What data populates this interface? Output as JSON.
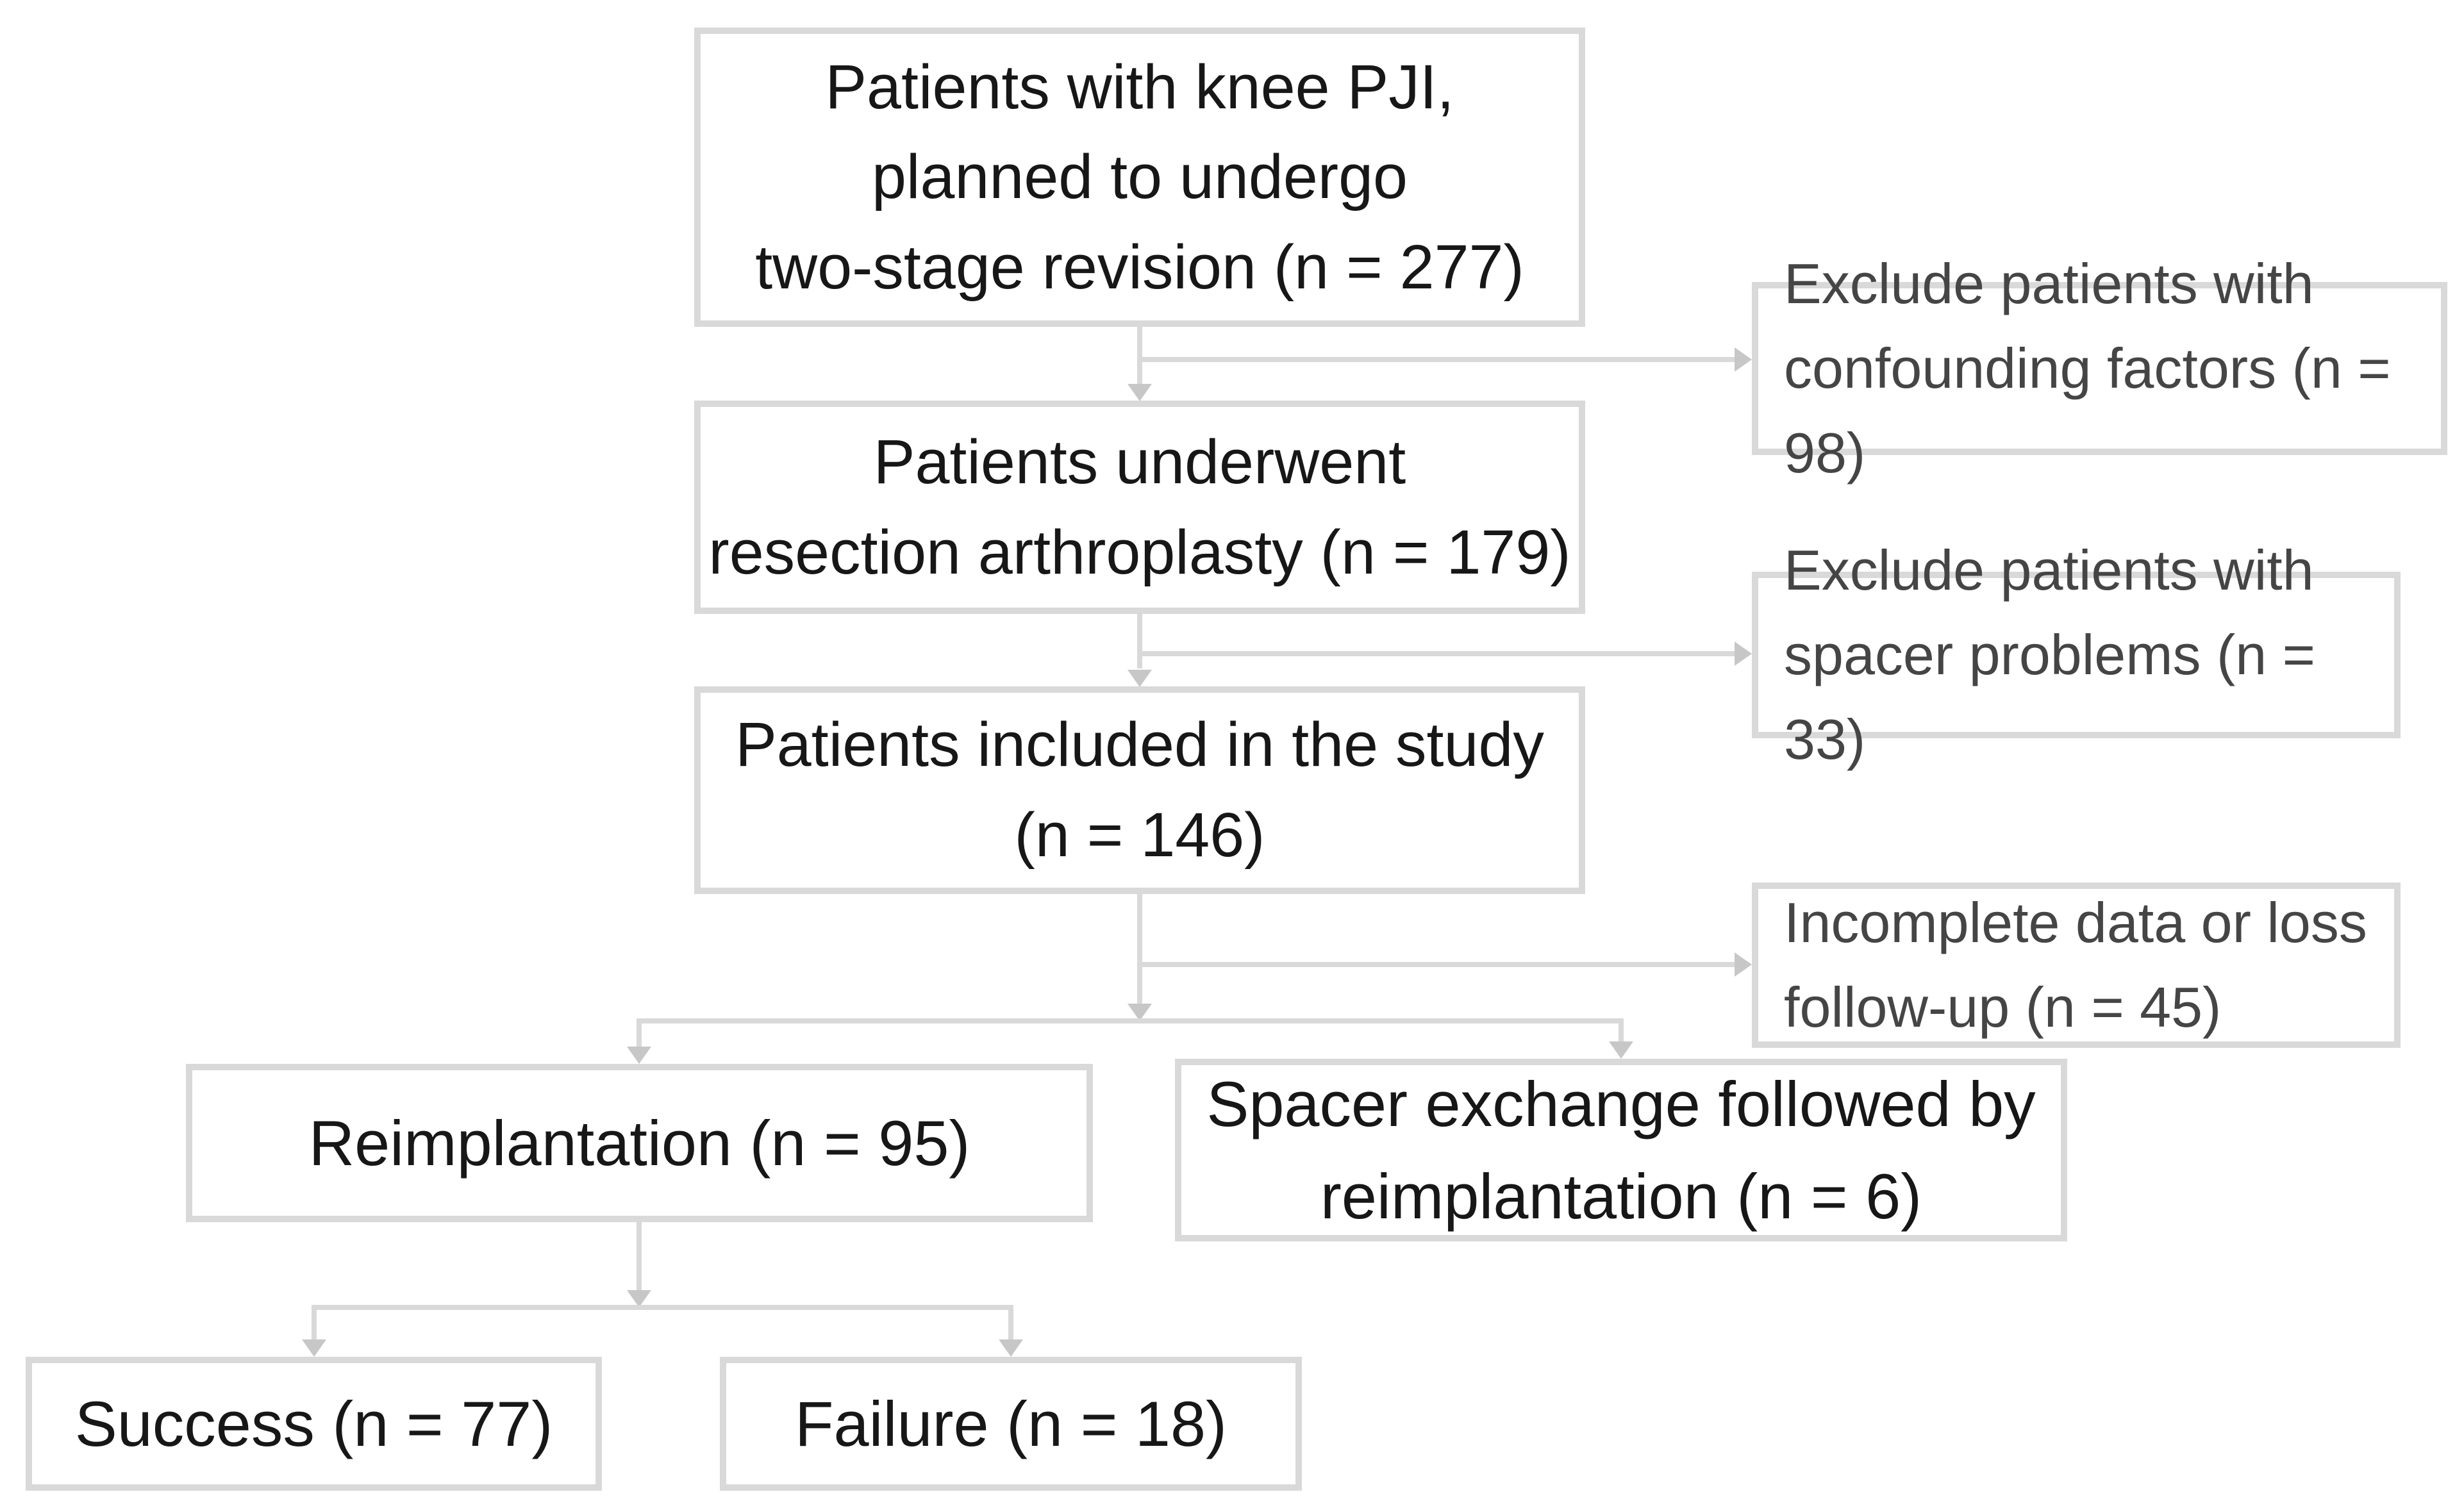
{
  "diagram": {
    "title": "Patient flow diagram: two-stage revision for knee PJI",
    "boxes": {
      "enrollment": {
        "label": "Patients with knee PJI,\nplanned to undergo\ntwo-stage revision (n = 277)",
        "n": 277
      },
      "exclude_confounding": {
        "label": "Exclude patients with\nconfounding factors (n = 98)",
        "n": 98
      },
      "resection": {
        "label": "Patients underwent\nresection arthroplasty (n = 179)",
        "n": 179
      },
      "exclude_spacer": {
        "label": "Exclude patients with\nspacer problems (n = 33)",
        "n": 33
      },
      "included": {
        "label": "Patients included in the study\n(n = 146)",
        "n": 146
      },
      "exclude_incomplete": {
        "label": "Incomplete data or loss\nfollow-up (n = 45)",
        "n": 45
      },
      "reimplantation": {
        "label": "Reimplantation (n = 95)",
        "n": 95
      },
      "spacer_exchange": {
        "label": "Spacer exchange followed by\nreimplantation (n = 6)",
        "n": 6
      },
      "success": {
        "label": "Success (n = 77)",
        "n": 77
      },
      "failure": {
        "label": "Failure (n = 18)",
        "n": 18
      }
    },
    "colors": {
      "background": "#ffffff",
      "box_border": "#d9d9d9",
      "connector": "#d9d9d9",
      "arrowhead": "#c7c7c7",
      "main_text": "#171717",
      "side_text": "#454545"
    }
  }
}
